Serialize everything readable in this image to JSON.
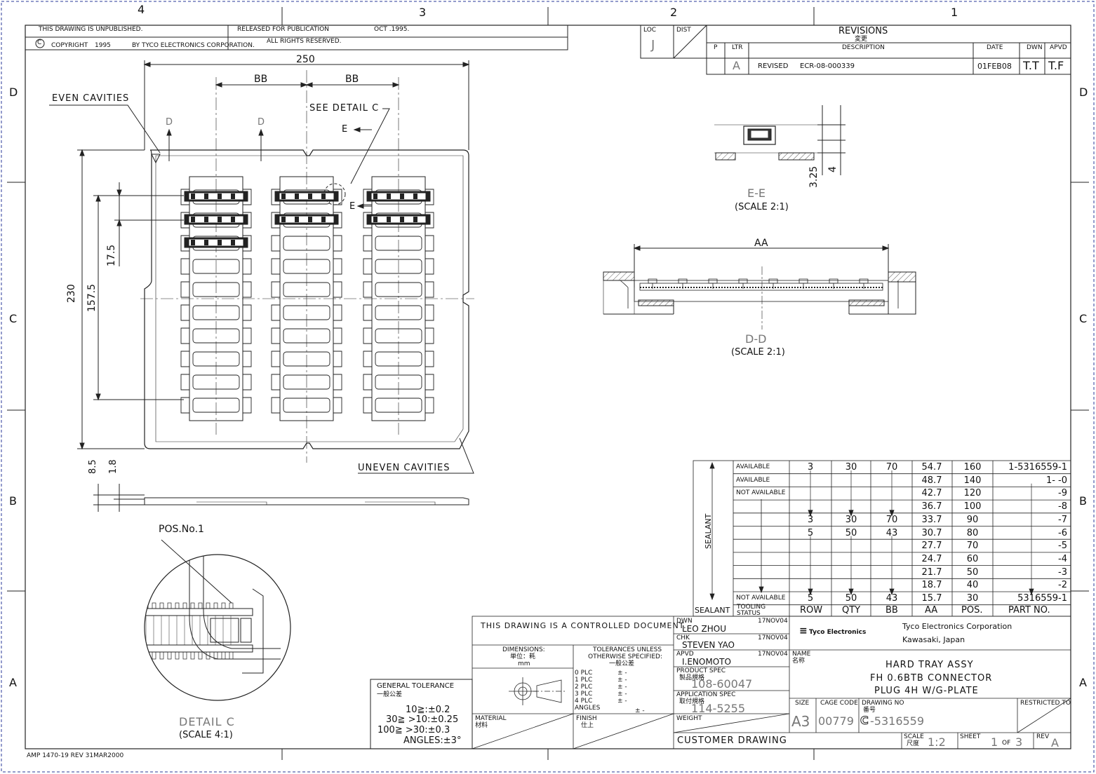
{
  "zones": {
    "cols": [
      "4",
      "3",
      "2",
      "1"
    ],
    "rows": [
      "D",
      "C",
      "B",
      "A"
    ]
  },
  "header": {
    "unpublished": "THIS DRAWING IS UNPUBLISHED.",
    "released": "RELEASED FOR PUBLICATION",
    "release_date": "OCT .1995.",
    "copyright_symbol": "C",
    "copyright": "COPYRIGHT",
    "copyright_year": "1995",
    "by": "BY TYCO ELECTRONICS CORPORATION.",
    "rights": "ALL RIGHTS RESERVED."
  },
  "revisions": {
    "loc_label": "LOC",
    "loc_value": "J",
    "dist_label": "DIST",
    "title": "REVISIONS",
    "title_cn": "変更",
    "cols": [
      "P",
      "LTR",
      "DESCRIPTION",
      "DATE",
      "DWN",
      "APVD"
    ],
    "row": {
      "ltr": "A",
      "desc1": "REVISED",
      "desc2": "ECR-08-000339",
      "date": "01FEB08",
      "dwn": "T.T",
      "apvd": "T.F"
    }
  },
  "plan_view": {
    "dim_width": "250",
    "dim_pitch1": "BB",
    "dim_pitch2": "BB",
    "even_label": "EVEN CAVITIES",
    "see_detail": "SEE DETAIL C",
    "section_d1": "D",
    "section_d2": "D",
    "section_e1": "E",
    "section_e2": "E",
    "dim_height": "230",
    "dim_157": "157.5",
    "dim_17": "17.5",
    "uneven_label": "UNEVEN CAVITIES",
    "dim_85": "8.5",
    "dim_18": "1.8"
  },
  "section_ee": {
    "title": "E-E",
    "scale": "(SCALE 2:1)",
    "dim_325": "3.25",
    "dim_4": "4"
  },
  "section_dd": {
    "title": "D-D",
    "scale": "(SCALE 2:1)",
    "dim_aa": "AA"
  },
  "detail_c": {
    "pos_label": "POS.No.1",
    "title": "DETAIL C",
    "scale": "(SCALE 4:1)"
  },
  "tab_table": {
    "side_label": "SEALANT",
    "headers": [
      "SEALANT",
      "TOOLING STATUS",
      "ROW",
      "QTY",
      "BB",
      "AA",
      "POS.",
      "PART NO."
    ],
    "rows": [
      {
        "status": "AVAILABLE",
        "row": "3",
        "qty": "30",
        "bb": "70",
        "aa": "54.7",
        "pos": "160",
        "part": "1-5316559-1"
      },
      {
        "status": "AVAILABLE",
        "row": "",
        "qty": "",
        "bb": "",
        "aa": "48.7",
        "pos": "140",
        "part": "1-          -0"
      },
      {
        "status": "NOT AVAILABLE",
        "row": "",
        "qty": "",
        "bb": "",
        "aa": "42.7",
        "pos": "120",
        "part": "-9"
      },
      {
        "status": "",
        "row": "",
        "qty": "",
        "bb": "",
        "aa": "36.7",
        "pos": "100",
        "part": "-8"
      },
      {
        "status": "",
        "row": "3",
        "qty": "30",
        "bb": "70",
        "aa": "33.7",
        "pos": "90",
        "part": "-7"
      },
      {
        "status": "",
        "row": "5",
        "qty": "50",
        "bb": "43",
        "aa": "30.7",
        "pos": "80",
        "part": "-6"
      },
      {
        "status": "",
        "row": "",
        "qty": "",
        "bb": "",
        "aa": "27.7",
        "pos": "70",
        "part": "-5"
      },
      {
        "status": "",
        "row": "",
        "qty": "",
        "bb": "",
        "aa": "24.7",
        "pos": "60",
        "part": "-4"
      },
      {
        "status": "",
        "row": "",
        "qty": "",
        "bb": "",
        "aa": "21.7",
        "pos": "50",
        "part": "-3"
      },
      {
        "status": "",
        "row": "",
        "qty": "",
        "bb": "",
        "aa": "18.7",
        "pos": "40",
        "part": "-2"
      },
      {
        "status": "NOT AVAILABLE",
        "row": "5",
        "qty": "50",
        "bb": "43",
        "aa": "15.7",
        "pos": "30",
        "part": "5316559-1"
      }
    ]
  },
  "general_tolerance": {
    "title": "GENERAL TOLERANCE",
    "title_cn": "一般公差",
    "l1": "10≧:±0.2",
    "l2": "30≧   >10:±0.25",
    "l3": "100≧   >30:±0.3",
    "l4": "ANGLES:±3°"
  },
  "title_block": {
    "controlled": "THIS DRAWING IS A CONTROLLED DOCUMENT.",
    "dimensions": "DIMENSIONS:",
    "dimensions_cn": "単位：耗",
    "dimensions_unit": "mm",
    "tol_title1": "TOLERANCES UNLESS",
    "tol_title2": "OTHERWISE SPECIFIED:",
    "tol_cn": "一般公差",
    "plc": [
      "0  PLC",
      "1  PLC",
      "2  PLC",
      "3  PLC",
      "4  PLC",
      "ANGLES"
    ],
    "plc_val": "±  -",
    "angles_val": "±  -",
    "material": "MATERIAL",
    "material_cn": "材料",
    "finish": "FINISH",
    "finish_cn": "仕上",
    "dwn_label": "DWN",
    "dwn_name": "LEO ZHOU",
    "dwn_date": "17NOV04",
    "chk_label": "CHK",
    "chk_name": "STEVEN YAO",
    "chk_date": "17NOV04",
    "apvd_label": "APVD",
    "apvd_name": "I.ENOMOTO",
    "apvd_date": "17NOV04",
    "product_spec_label": "PRODUCT SPEC",
    "product_spec_cn": "製品規格",
    "product_spec": "108-60047",
    "app_spec_label": "APPLICATION SPEC",
    "app_spec_cn": "取付規格",
    "app_spec": "114-5255",
    "weight_label": "WEIGHT",
    "company_logo": "Tyco Electronics",
    "company": "Tyco Electronics Corporation",
    "location": "Kawasaki, Japan",
    "name_label": "NAME",
    "name_cn": "名称",
    "name1": "HARD TRAY ASSY",
    "name2": "FH 0.6BTB CONNECTOR",
    "name3": "PLUG 4H W/G-PLATE",
    "size_label": "SIZE",
    "size": "A3",
    "cage_label": "CAGE CODE",
    "cage": "00779",
    "dwg_label": "DRAWING NO",
    "dwg_cn": "番号",
    "dwg_prefix": "C",
    "dwg": "-5316559",
    "restricted": "RESTRICTED TO",
    "customer": "CUSTOMER DRAWING",
    "scale_label": "SCALE",
    "scale_cn": "尺度",
    "scale": "1:2",
    "sheet_label": "SHEET",
    "sheet": "1",
    "of": "OF",
    "sheet_total": "3",
    "rev_label": "REV",
    "rev": "A"
  },
  "footer": "AMP 1470-19 REV 31MAR2000"
}
